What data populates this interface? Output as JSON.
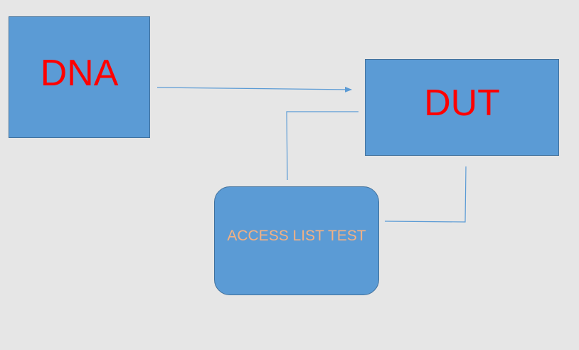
{
  "nodes": {
    "dna": {
      "label": "DNA"
    },
    "dut": {
      "label": "DUT"
    },
    "acl": {
      "label": "ACCESS LIST TEST"
    }
  },
  "colors": {
    "background": "#e6e6e6",
    "box_fill": "#5b9bd5",
    "box_border": "#41719c",
    "connector": "#5b9bd5",
    "label_primary": "#ff0000",
    "label_secondary": "#f4b183"
  },
  "edges": [
    {
      "from": "dna",
      "to": "dut",
      "arrow": true
    },
    {
      "from": "dut",
      "to": "acl",
      "arrow": false
    },
    {
      "from": "acl",
      "to": "dut",
      "arrow": false
    }
  ]
}
